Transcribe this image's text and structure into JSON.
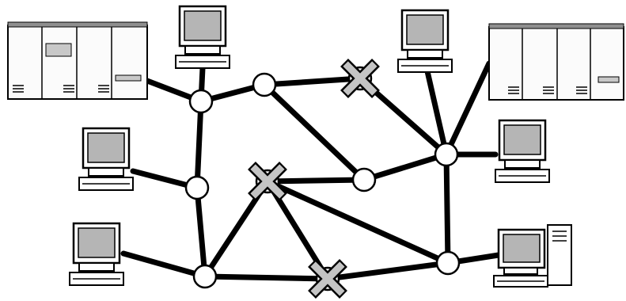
{
  "status_colors": {
    "link": "#000000",
    "node_fill": "#ffffff",
    "failed_marker": "#c4c4c4",
    "screen": "#b5b5b5"
  },
  "icons": [
    "mainframe-server-icon",
    "desktop-computer-icon",
    "tower-computer-icon",
    "failed-node-x-icon"
  ],
  "network": {
    "routers": [
      {
        "id": "r1",
        "state": "ok"
      },
      {
        "id": "r2",
        "state": "ok"
      },
      {
        "id": "r3",
        "state": "failed"
      },
      {
        "id": "r4",
        "state": "ok"
      },
      {
        "id": "r5",
        "state": "failed"
      },
      {
        "id": "r6",
        "state": "ok"
      },
      {
        "id": "r7",
        "state": "ok"
      },
      {
        "id": "r8",
        "state": "failed"
      },
      {
        "id": "r9",
        "state": "ok"
      },
      {
        "id": "r10",
        "state": "ok"
      }
    ],
    "hosts": [
      {
        "id": "h1",
        "kind": "mainframe-server"
      },
      {
        "id": "h2",
        "kind": "desktop-computer"
      },
      {
        "id": "h3",
        "kind": "desktop-computer"
      },
      {
        "id": "h4",
        "kind": "desktop-computer"
      },
      {
        "id": "h5",
        "kind": "desktop-computer"
      },
      {
        "id": "h6",
        "kind": "mainframe-server"
      },
      {
        "id": "h7",
        "kind": "desktop-computer"
      },
      {
        "id": "h8",
        "kind": "tower-computer"
      }
    ],
    "links": [
      [
        "h1",
        "r1"
      ],
      [
        "h2",
        "r1"
      ],
      [
        "r1",
        "r2"
      ],
      [
        "r1",
        "r4"
      ],
      [
        "r2",
        "r3"
      ],
      [
        "r2",
        "r6"
      ],
      [
        "r3",
        "r7"
      ],
      [
        "h3",
        "r4"
      ],
      [
        "r4",
        "r9"
      ],
      [
        "h4",
        "r9"
      ],
      [
        "r9",
        "r5"
      ],
      [
        "r9",
        "r8"
      ],
      [
        "r5",
        "r6"
      ],
      [
        "r5",
        "r8"
      ],
      [
        "r5",
        "r10"
      ],
      [
        "r8",
        "r10"
      ],
      [
        "r6",
        "r7"
      ],
      [
        "r7",
        "r10"
      ],
      [
        "h5",
        "r7"
      ],
      [
        "h6",
        "r7"
      ],
      [
        "h7",
        "r7"
      ],
      [
        "h8",
        "r10"
      ]
    ]
  }
}
